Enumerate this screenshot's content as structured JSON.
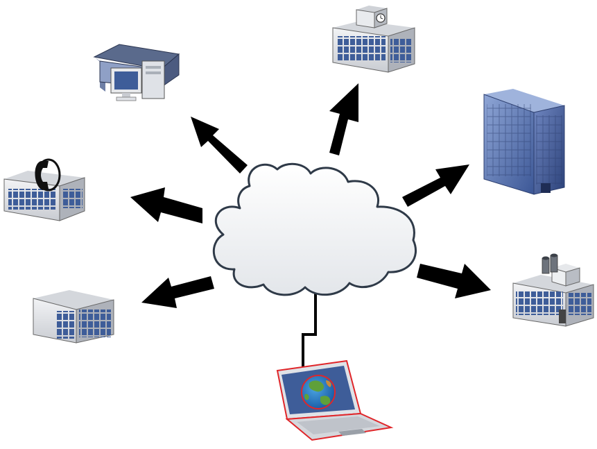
{
  "diagram": {
    "nodes": [
      {
        "id": "cloud",
        "icon": "cloud-icon"
      },
      {
        "id": "home-pc",
        "icon": "house-computer-icon"
      },
      {
        "id": "clock-building",
        "icon": "clock-tower-building-icon"
      },
      {
        "id": "skyscraper",
        "icon": "skyscraper-icon"
      },
      {
        "id": "phone-office",
        "icon": "telephone-office-icon"
      },
      {
        "id": "office-left",
        "icon": "office-building-icon"
      },
      {
        "id": "factory",
        "icon": "factory-building-icon"
      },
      {
        "id": "laptop",
        "icon": "laptop-globe-icon"
      }
    ],
    "edges": [
      {
        "from": "cloud",
        "to": "home-pc",
        "style": "arrow"
      },
      {
        "from": "cloud",
        "to": "clock-building",
        "style": "arrow"
      },
      {
        "from": "cloud",
        "to": "skyscraper",
        "style": "arrow"
      },
      {
        "from": "cloud",
        "to": "phone-office",
        "style": "arrow"
      },
      {
        "from": "cloud",
        "to": "office-left",
        "style": "arrow"
      },
      {
        "from": "cloud",
        "to": "factory",
        "style": "arrow"
      },
      {
        "from": "laptop",
        "to": "cloud",
        "style": "cable"
      }
    ],
    "colors": {
      "arrow": "#000000",
      "cloud_fill": "#f4f5f7",
      "cloud_stroke": "#2f3a48",
      "building_blue": "#3e5d99",
      "laptop_outline": "#e0262a"
    }
  }
}
